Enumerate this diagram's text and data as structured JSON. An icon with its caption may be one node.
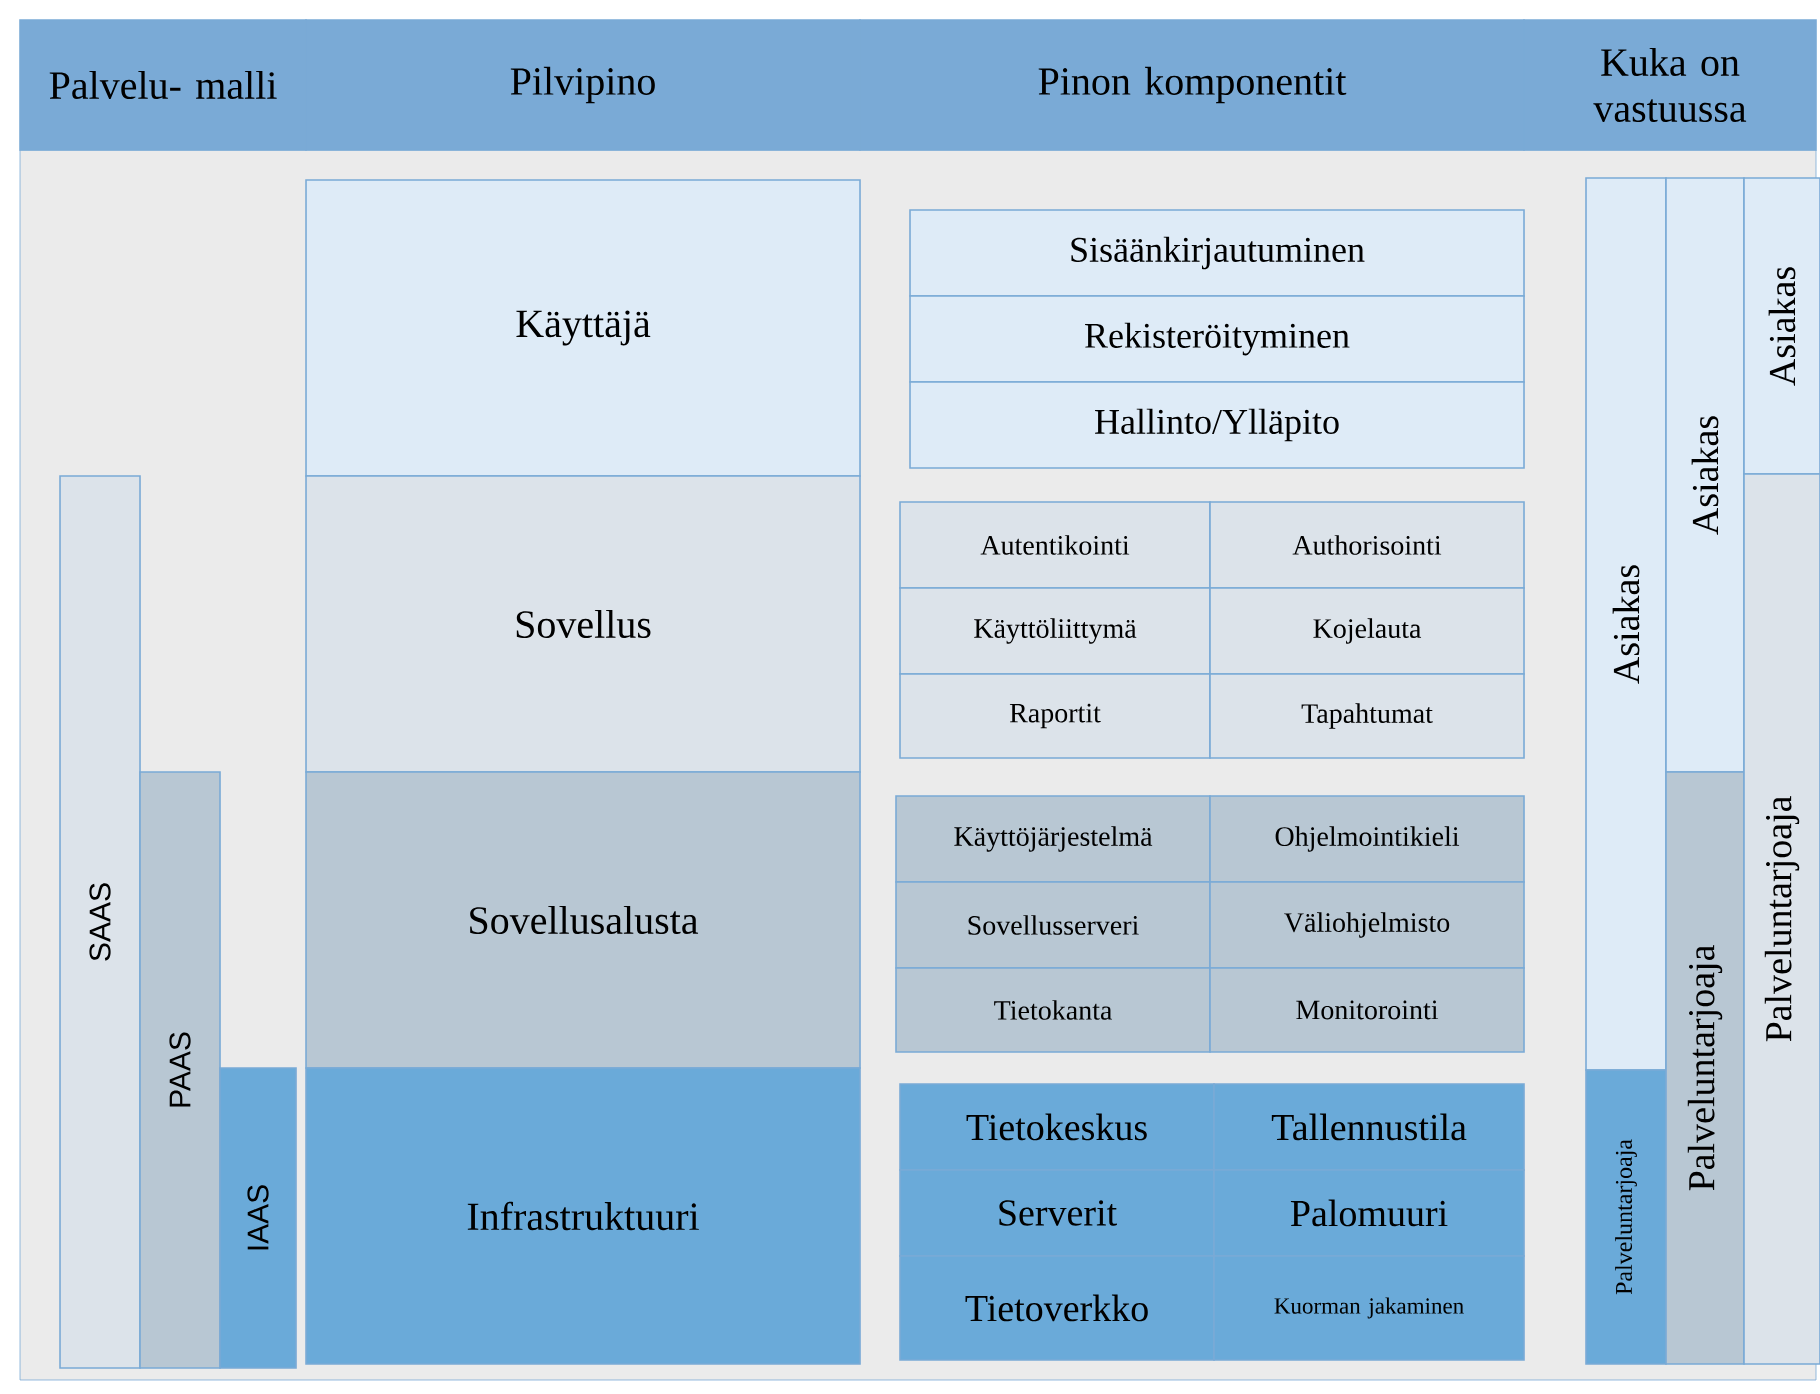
{
  "diagram": {
    "nodes": [
      {
        "text": [
          "Palvelu- malli"
        ]
      },
      {
        "text": [
          "Pilvipino"
        ]
      },
      {
        "text": [
          "Pinon komponentit"
        ]
      },
      {
        "text": [
          "Kuka on vastuussa"
        ]
      },
      {
        "text": [
          "Käyttäjä"
        ]
      },
      {
        "text": [
          "Sovellus"
        ]
      },
      {
        "text": [
          "Sovellusalusta"
        ]
      },
      {
        "text": [
          "Infrastruktuuri"
        ]
      },
      {
        "text": [
          "Sisäänkirjautuminen"
        ]
      },
      {
        "text": [
          "Rekisteröityminen"
        ]
      },
      {
        "text": [
          "Hallinto/Ylläpito"
        ]
      },
      {
        "text": [
          "Autentikointi"
        ]
      },
      {
        "text": [
          "Authorisointi"
        ]
      },
      {
        "text": [
          "Käyttöliittymä"
        ]
      },
      {
        "text": [
          "Kojelauta"
        ]
      },
      {
        "text": [
          "Raportit"
        ]
      },
      {
        "text": [
          "Tapahtumat"
        ]
      },
      {
        "text": [
          "Käyttöjärjestelmä"
        ]
      },
      {
        "text": [
          "Ohjelmointikieli"
        ]
      },
      {
        "text": [
          "Sovellusserveri"
        ]
      },
      {
        "text": [
          "Väliohjelmisto"
        ]
      },
      {
        "text": [
          "Tietokanta"
        ]
      },
      {
        "text": [
          "Monitorointi"
        ]
      },
      {
        "text": [
          "Tietokeskus"
        ]
      },
      {
        "text": [
          "Tallennustila"
        ]
      },
      {
        "text": [
          "Serverit"
        ]
      },
      {
        "text": [
          "Palomuuri"
        ]
      },
      {
        "text": [
          "Tietoverkko"
        ]
      },
      {
        "text": [
          "Kuorman jakaminen"
        ]
      },
      {
        "text": [
          "SAAS"
        ]
      },
      {
        "text": [
          "PAAS"
        ]
      },
      {
        "text": [
          "IAAS"
        ]
      },
      {
        "text": [
          "Asiakas"
        ]
      },
      {
        "text": [
          "Palveluntarjoaja"
        ]
      },
      {
        "text": [
          "Asiakas"
        ]
      },
      {
        "text": [
          "Palveluntarjoaja"
        ]
      },
      {
        "text": [
          "Asiakas"
        ]
      },
      {
        "text": [
          "Palveluntarjoaja"
        ]
      }
    ]
  }
}
